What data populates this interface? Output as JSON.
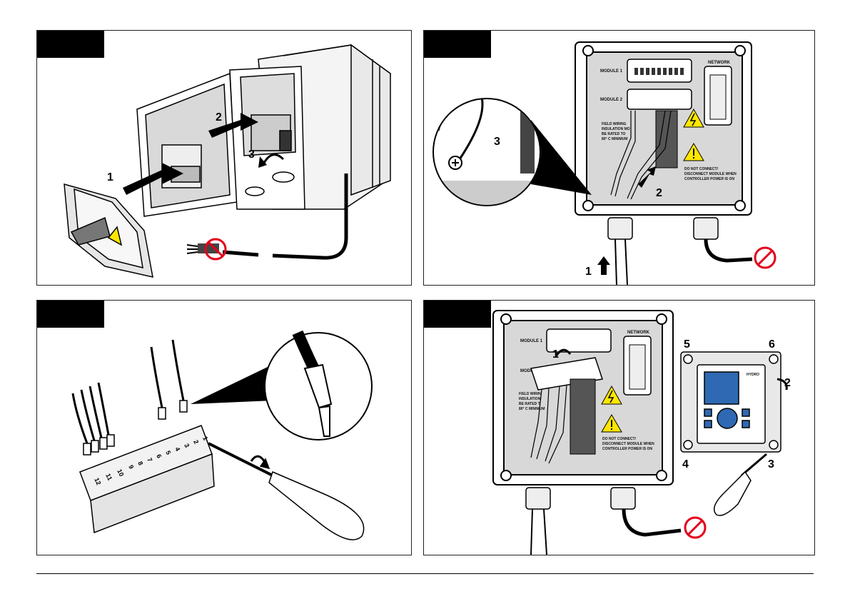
{
  "panels": [
    {
      "id": "step-1",
      "callouts": [
        "1",
        "2",
        "3"
      ]
    },
    {
      "id": "step-2",
      "callouts": [
        "3",
        "2",
        "1"
      ],
      "labels": {
        "module1": "MODULE 1",
        "module2": "MODULE 2",
        "network": "NETWORK",
        "field_wiring": [
          "FIELD WIRING",
          "INSULATION MO",
          "BE RATED TO",
          "80° C MINIMUM"
        ],
        "warning": [
          "DO NOT CONNECT/",
          "DISCONNECT MODULE WHEN",
          "CONTROLLER POWER IS ON"
        ]
      }
    },
    {
      "id": "step-3",
      "terminals": [
        "1",
        "2",
        "3",
        "4",
        "5",
        "6",
        "7",
        "8",
        "9",
        "10",
        "11",
        "12"
      ]
    },
    {
      "id": "step-4",
      "callouts": [
        "1",
        "2",
        "3",
        "4",
        "5",
        "6"
      ],
      "labels": {
        "module1": "MODULE 1",
        "module": "MODULE",
        "network": "NETWORK",
        "field_wiring": [
          "FIELD WIRIN",
          "INSULATION",
          "BE RATED T",
          "80° C MINIMUM"
        ],
        "warning": [
          "DO NOT CONNECT/",
          "DISCONNECT MODULE WHEN",
          "CONTROLLER POWER IS ON"
        ],
        "brand": "HYDRO"
      }
    }
  ],
  "colors": {
    "ink": "#000000",
    "enclosure_inner": "#d8d8d8",
    "warning_yellow": "#ffe600",
    "no_symbol_red": "#e2001a",
    "screen_blue": "#2f69b3"
  }
}
